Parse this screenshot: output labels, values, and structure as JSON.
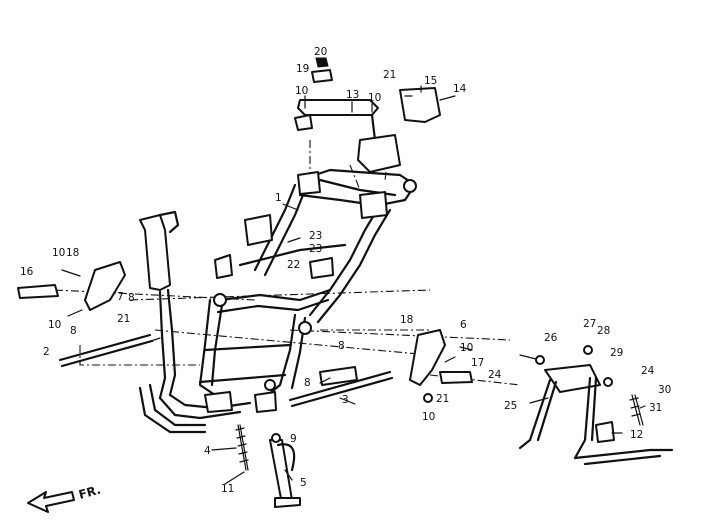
{
  "diagram": {
    "callouts": [
      {
        "id": "20",
        "text": "20"
      },
      {
        "id": "19",
        "text": "19"
      },
      {
        "id": "10a",
        "text": "10"
      },
      {
        "id": "13",
        "text": "13"
      },
      {
        "id": "10b",
        "text": "10"
      },
      {
        "id": "21a",
        "text": "21"
      },
      {
        "id": "15",
        "text": "15"
      },
      {
        "id": "14",
        "text": "14"
      },
      {
        "id": "1",
        "text": "1"
      },
      {
        "id": "23a",
        "text": "23"
      },
      {
        "id": "23b",
        "text": "23"
      },
      {
        "id": "22",
        "text": "22"
      },
      {
        "id": "10c",
        "text": "10"
      },
      {
        "id": "18a",
        "text": "18"
      },
      {
        "id": "16",
        "text": "16"
      },
      {
        "id": "7",
        "text": "7"
      },
      {
        "id": "21b",
        "text": "21"
      },
      {
        "id": "10d",
        "text": "10"
      },
      {
        "id": "8a",
        "text": "8"
      },
      {
        "id": "8b",
        "text": "8"
      },
      {
        "id": "2",
        "text": "2"
      },
      {
        "id": "8c",
        "text": "8"
      },
      {
        "id": "8d",
        "text": "8"
      },
      {
        "id": "18b",
        "text": "18"
      },
      {
        "id": "6",
        "text": "6"
      },
      {
        "id": "10e",
        "text": "10"
      },
      {
        "id": "17",
        "text": "17"
      },
      {
        "id": "21c",
        "text": "21"
      },
      {
        "id": "10f",
        "text": "10"
      },
      {
        "id": "3",
        "text": "3"
      },
      {
        "id": "27",
        "text": "27"
      },
      {
        "id": "28",
        "text": "28"
      },
      {
        "id": "26",
        "text": "26"
      },
      {
        "id": "29",
        "text": "29"
      },
      {
        "id": "24a",
        "text": "24"
      },
      {
        "id": "24b",
        "text": "24"
      },
      {
        "id": "30",
        "text": "30"
      },
      {
        "id": "25",
        "text": "25"
      },
      {
        "id": "31",
        "text": "31"
      },
      {
        "id": "12",
        "text": "12"
      },
      {
        "id": "4",
        "text": "4"
      },
      {
        "id": "9",
        "text": "9"
      },
      {
        "id": "11",
        "text": "11"
      },
      {
        "id": "5",
        "text": "5"
      }
    ],
    "direction_label": "FR."
  }
}
